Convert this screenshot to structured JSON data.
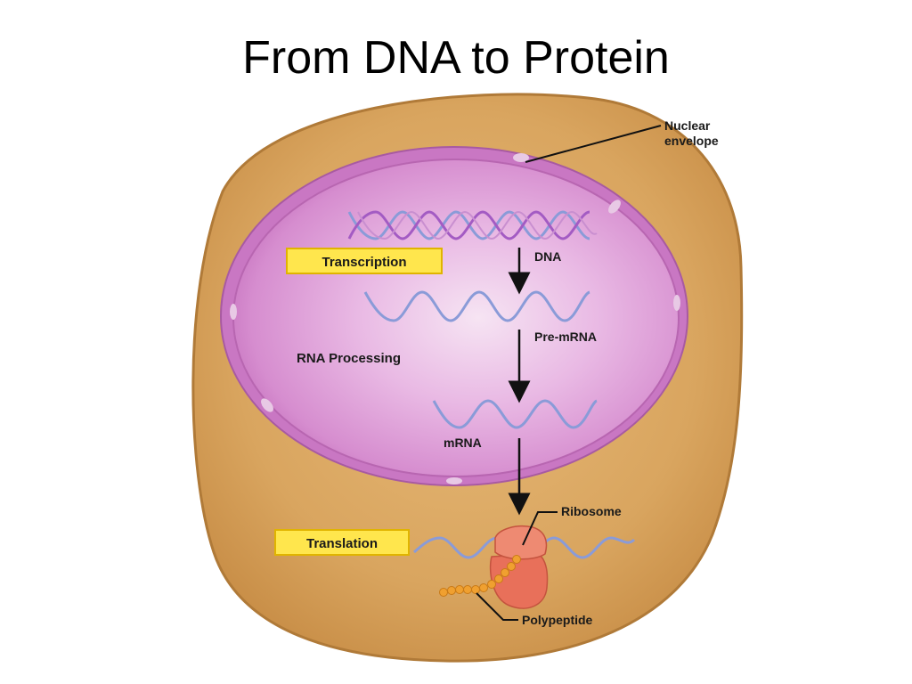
{
  "slide": {
    "title": "From DNA to Protein"
  },
  "labels": {
    "nuclear_envelope_line1": "Nuclear",
    "nuclear_envelope_line2": "envelope",
    "dna": "DNA",
    "pre_mrna": "Pre-mRNA",
    "mrna": "mRNA",
    "ribosome": "Ribosome",
    "polypeptide": "Polypeptide"
  },
  "stages": {
    "transcription": "Transcription",
    "rna_processing": "RNA Processing",
    "translation": "Translation"
  },
  "colors": {
    "cytoplasm": "#d9a55f",
    "nucleus": "#d98fd3",
    "strand_blue": "#8a9bd8",
    "strand_purple": "#a35bc3",
    "label_box": "#ffe64d",
    "ribosome": "#e8705a",
    "polypeptide": "#f0a030"
  }
}
